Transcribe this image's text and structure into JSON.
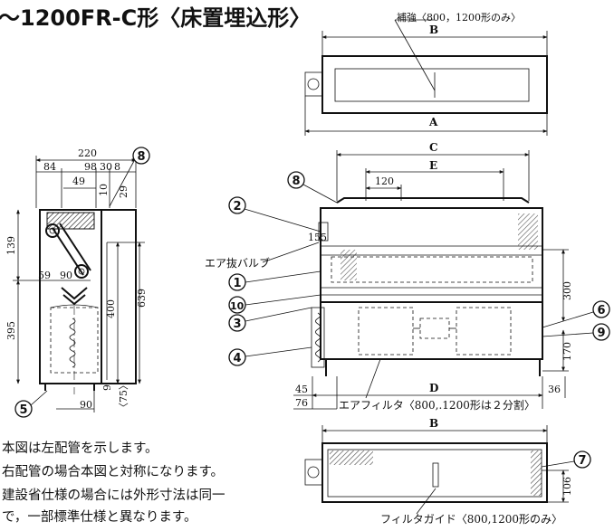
{
  "title": "～1200FR-C形〈床置埋込形〉",
  "top_view": {
    "label_b": "B",
    "label_a": "A",
    "reinforcement_note": "補強〈800，1200形のみ〉"
  },
  "side_view": {
    "dims": {
      "width_220": "220",
      "d84": "84",
      "d98": "98",
      "d30": "30",
      "d8": "8",
      "d49": "49",
      "d10": "10",
      "d29": "29",
      "d139": "139",
      "d59": "59",
      "d90_top": "90",
      "d395": "395",
      "d400": "400",
      "d639": "639",
      "d9": "9",
      "d75": "〈75〉",
      "d90_bottom": "90"
    },
    "callouts": {
      "c8": "8",
      "c5": "5"
    }
  },
  "front_view": {
    "label_c": "C",
    "label_e": "E",
    "label_d": "D",
    "dims": {
      "d120": "120",
      "d155": "155",
      "d300": "300",
      "d170": "170",
      "d45": "45",
      "d76": "76",
      "d36": "36"
    },
    "air_valve": "エア抜バルブ",
    "air_filter": "エアフィルタ〈800,.1200形は２分割〉",
    "callouts": {
      "c8": "8",
      "c2": "2",
      "c1": "1",
      "c10": "10",
      "c3": "3",
      "c4": "4",
      "c6": "6",
      "c9": "9"
    }
  },
  "bottom_view": {
    "label_b": "B",
    "d106": "106",
    "filter_guide": "フィルタガイド〈800,1200形のみ〉",
    "callouts": {
      "c7": "7"
    }
  },
  "notes": [
    "本図は左配管を示します。",
    "右配管の場合本図と対称になります。",
    "建設省仕様の場合には外形寸法は同一",
    "で，一部標準仕様と異なります。"
  ]
}
